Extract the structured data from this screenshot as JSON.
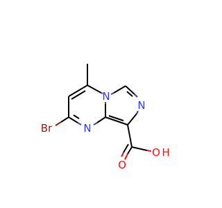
{
  "molecule": {
    "atoms": {
      "n_bridge": "N",
      "n_ring": "N",
      "n_pyrimidine": "N",
      "oxygen_carbonyl": "O",
      "hydroxyl_o": "O",
      "hydroxyl_h": "H",
      "bromine": "Br"
    },
    "colors": {
      "bond": "#000000",
      "nitrogen": "#2b39ff",
      "oxygen": "#ff0d0d",
      "bromine": "#8b1f12"
    }
  }
}
